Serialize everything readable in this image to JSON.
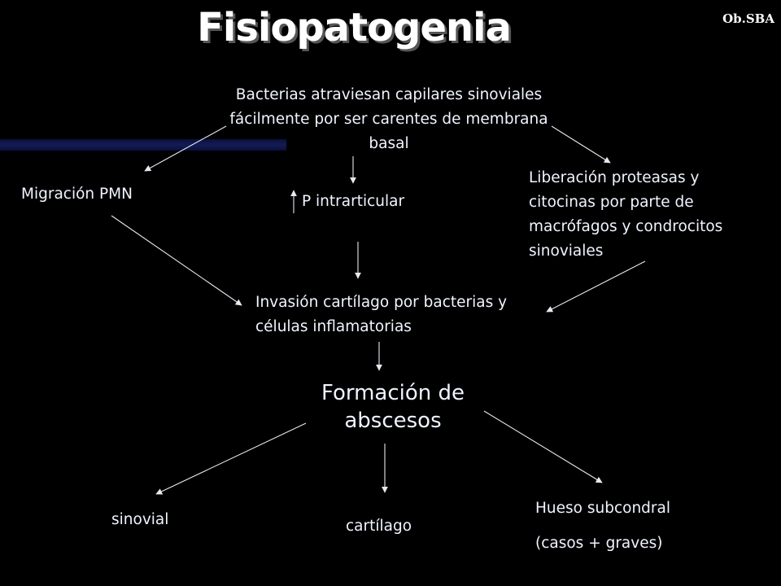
{
  "title": "Fisiopatogenia",
  "brand": "Ob.SBA",
  "nodes": {
    "bacterias": "Bacterias atraviesan capilares sinoviales fácilmente por ser carentes de membrana basal",
    "migracion": "Migración PMN",
    "presion": "P intrarticular",
    "liberacion": "Liberación proteasas y citocinas por parte de macrófagos y condrocitos sinoviales",
    "invasion": "Invasión cartílago por bacterias y células inflamatorias",
    "abscesos": "Formación de abscesos",
    "sinovial": "sinovial",
    "cartilago": "cartílago",
    "hueso_1": "Hueso subcondral",
    "hueso_2": "(casos + graves)"
  }
}
